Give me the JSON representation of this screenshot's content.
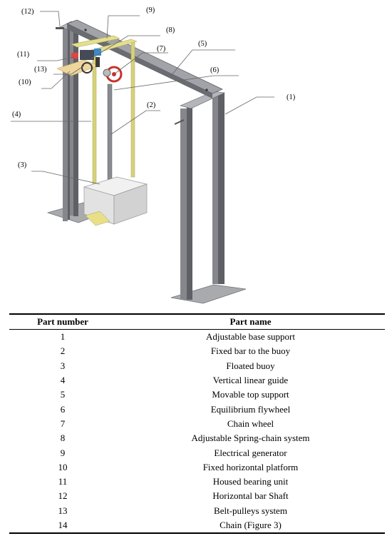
{
  "callouts": [
    {
      "id": "1",
      "label": "(1)"
    },
    {
      "id": "2",
      "label": "(2)"
    },
    {
      "id": "3",
      "label": "(3)"
    },
    {
      "id": "4",
      "label": "(4)"
    },
    {
      "id": "5",
      "label": "(5)"
    },
    {
      "id": "6",
      "label": "(6)"
    },
    {
      "id": "7",
      "label": "(7)"
    },
    {
      "id": "8",
      "label": "(8)"
    },
    {
      "id": "9",
      "label": "(9)"
    },
    {
      "id": "10",
      "label": "(10)"
    },
    {
      "id": "11",
      "label": "(11)"
    },
    {
      "id": "12",
      "label": "(12)"
    },
    {
      "id": "13",
      "label": "(13)"
    }
  ],
  "table": {
    "headers": [
      "Part number",
      "Part name"
    ],
    "rows": [
      [
        "1",
        "Adjustable base support"
      ],
      [
        "2",
        "Fixed bar to the buoy"
      ],
      [
        "3",
        "Floated buoy"
      ],
      [
        "4",
        "Vertical linear guide"
      ],
      [
        "5",
        "Movable top support"
      ],
      [
        "6",
        "Equilibrium flywheel"
      ],
      [
        "7",
        "Chain wheel"
      ],
      [
        "8",
        "Adjustable Spring-chain system"
      ],
      [
        "9",
        "Electrical generator"
      ],
      [
        "10",
        "Fixed horizontal platform"
      ],
      [
        "11",
        "Housed bearing unit"
      ],
      [
        "12",
        "Horizontal bar Shaft"
      ],
      [
        "13",
        "Belt-pulleys system"
      ],
      [
        "14",
        "Chain (Figure 3)"
      ]
    ]
  },
  "colors": {
    "frame_dark": "#5f6066",
    "frame_mid": "#86878d",
    "frame_light": "#b4b5ba",
    "guide_yellow": "#d7d27a",
    "guide_dark": "#a9a456",
    "platform": "#efd69c",
    "buoy": "#e7e7e7",
    "flywheel": "#d9534f"
  }
}
